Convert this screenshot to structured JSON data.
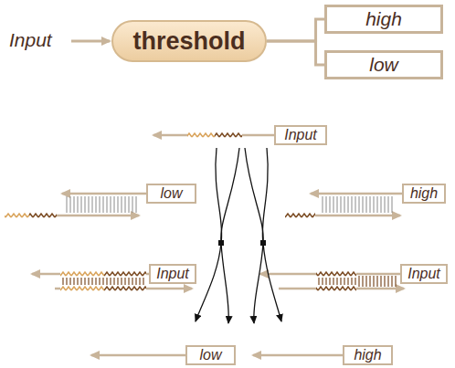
{
  "diagram": {
    "nodes": [
      {
        "text": [
          "threshold"
        ]
      },
      {
        "text": [
          "high"
        ]
      },
      {
        "text": [
          "low"
        ]
      },
      {
        "text": [
          "Input"
        ]
      },
      {
        "text": [
          "low"
        ]
      },
      {
        "text": [
          "high"
        ]
      },
      {
        "text": [
          "Input"
        ]
      },
      {
        "text": [
          "Input"
        ]
      },
      {
        "text": [
          "low"
        ]
      },
      {
        "text": [
          "high"
        ]
      }
    ],
    "edges": [
      {
        "from": 0,
        "to": 1,
        "arrow": "none"
      },
      {
        "from": 0,
        "to": 2,
        "arrow": "none"
      }
    ],
    "labels": [
      "Input"
    ]
  }
}
